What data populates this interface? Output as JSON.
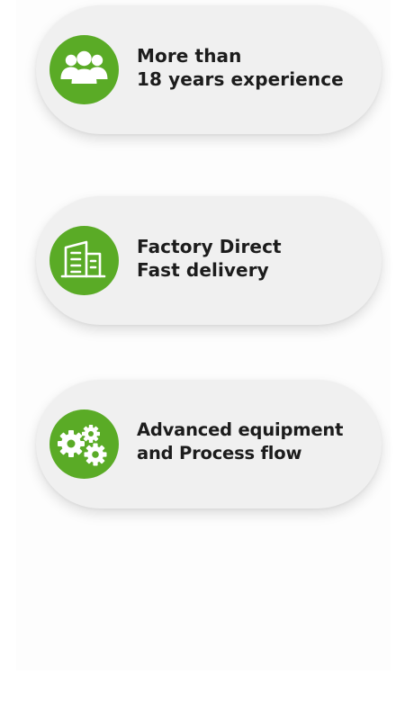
{
  "features": [
    {
      "icon": "users-group-icon",
      "line1": "More than",
      "line2": "18 years experience"
    },
    {
      "icon": "factory-building-icon",
      "line1": "Factory Direct",
      "line2": "Fast delivery"
    },
    {
      "icon": "gears-icon",
      "line1": "Advanced equipment",
      "line2": "and Process flow"
    }
  ],
  "colors": {
    "accent": "#5aab26",
    "card_background": "#f0f0f0",
    "text": "#1c1c1c",
    "icon_foreground": "#ffffff"
  }
}
